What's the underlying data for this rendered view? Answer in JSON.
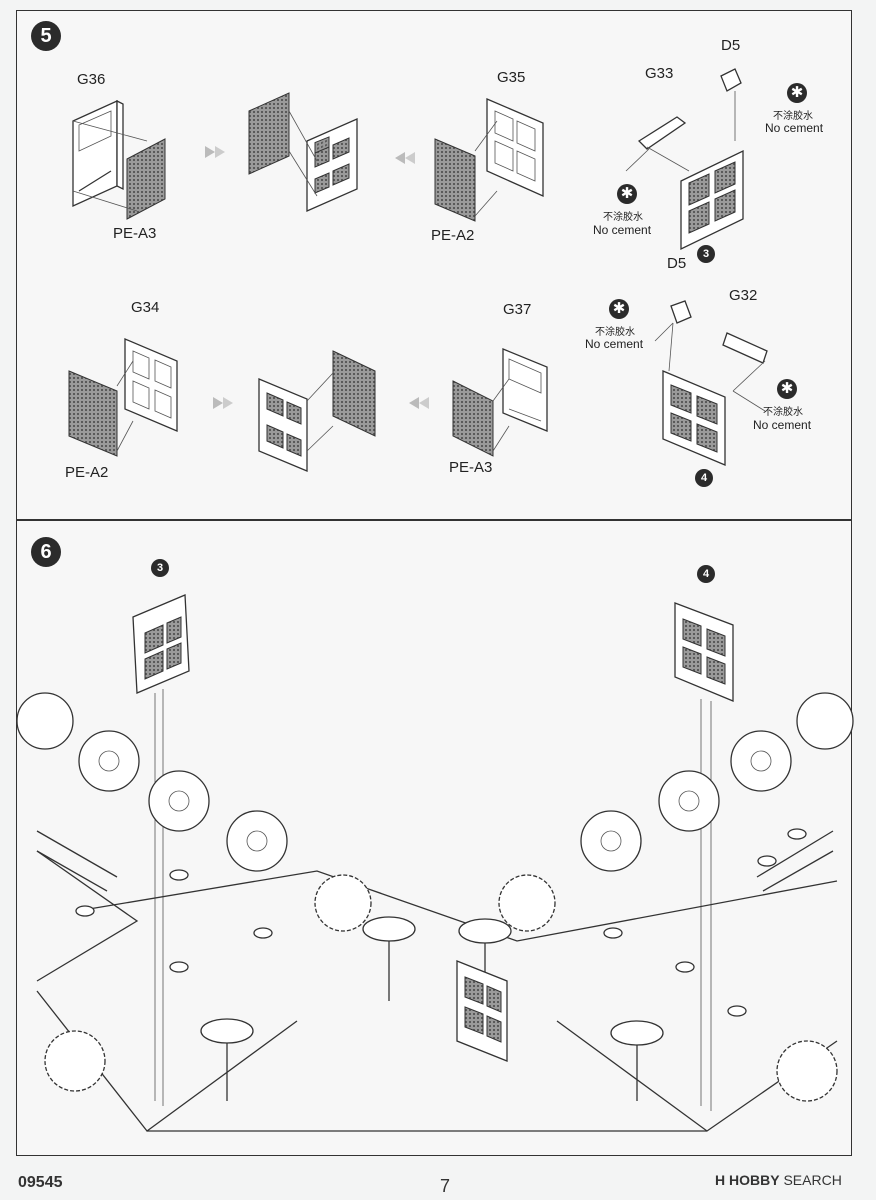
{
  "step5": {
    "number": "5",
    "labels": {
      "g36": "G36",
      "g35": "G35",
      "g33": "G33",
      "d5_top": "D5",
      "pe_a3_top": "PE-A3",
      "pe_a2_top": "PE-A2",
      "d5_bottom": "D5",
      "g34": "G34",
      "g37": "G37",
      "g32": "G32",
      "pe_a2_bottom": "PE-A2",
      "pe_a3_bottom": "PE-A3"
    },
    "no_cement_cn": "不涂胶水",
    "no_cement_en": "No cement",
    "subassembly_3": "3",
    "subassembly_4": "4"
  },
  "step6": {
    "number": "6",
    "subassembly_3": "3",
    "subassembly_4": "4"
  },
  "footer": {
    "code": "09545",
    "page": "7",
    "brand_prefix": "H",
    "brand_name": "HOBBY",
    "brand_suffix": "SEARCH"
  },
  "icons": {
    "no_cement": "no-glue-icon",
    "arrow": "assembly-arrow-icon"
  }
}
